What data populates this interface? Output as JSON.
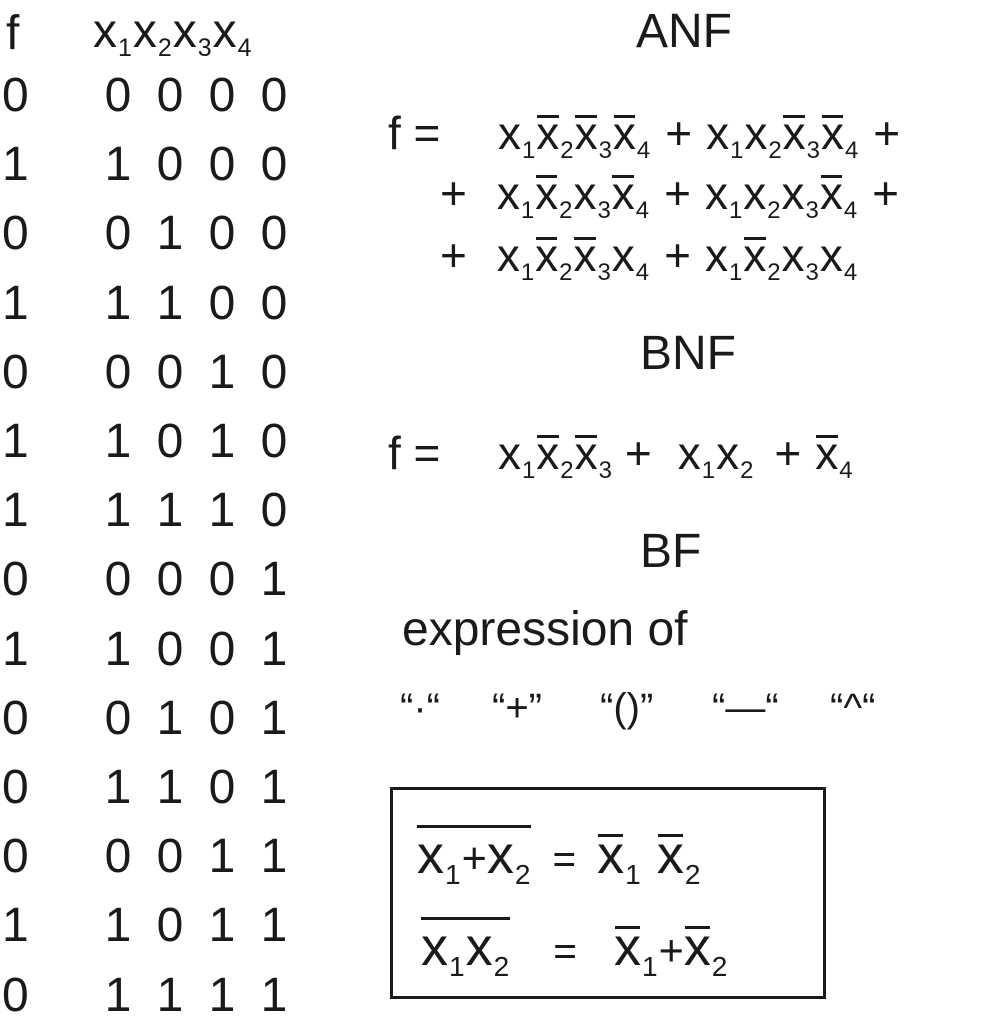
{
  "truth_table": {
    "header_f": "f",
    "header_vars": [
      "x",
      "x",
      "x",
      "x"
    ],
    "header_subs": [
      "1",
      "2",
      "3",
      "4"
    ],
    "rows": [
      {
        "f": "0",
        "bits": [
          "0",
          "0",
          "0",
          "0"
        ]
      },
      {
        "f": "1",
        "bits": [
          "1",
          "0",
          "0",
          "0"
        ]
      },
      {
        "f": "0",
        "bits": [
          "0",
          "1",
          "0",
          "0"
        ]
      },
      {
        "f": "1",
        "bits": [
          "1",
          "1",
          "0",
          "0"
        ]
      },
      {
        "f": "0",
        "bits": [
          "0",
          "0",
          "1",
          "0"
        ]
      },
      {
        "f": "1",
        "bits": [
          "1",
          "0",
          "1",
          "0"
        ]
      },
      {
        "f": "1",
        "bits": [
          "1",
          "1",
          "1",
          "0"
        ]
      },
      {
        "f": "0",
        "bits": [
          "0",
          "0",
          "0",
          "1"
        ]
      },
      {
        "f": "1",
        "bits": [
          "1",
          "0",
          "0",
          "1"
        ]
      },
      {
        "f": "0",
        "bits": [
          "0",
          "1",
          "0",
          "1"
        ]
      },
      {
        "f": "0",
        "bits": [
          "1",
          "1",
          "0",
          "1"
        ]
      },
      {
        "f": "0",
        "bits": [
          "0",
          "0",
          "1",
          "1"
        ]
      },
      {
        "f": "1",
        "bits": [
          "1",
          "0",
          "1",
          "1"
        ]
      },
      {
        "f": "0",
        "bits": [
          "1",
          "1",
          "1",
          "1"
        ]
      }
    ]
  },
  "anf": {
    "title": "ANF",
    "lhs": "f =",
    "var": "x",
    "plus": "+",
    "terms": [
      [
        {
          "i": "1",
          "bar": false
        },
        {
          "i": "2",
          "bar": true
        },
        {
          "i": "3",
          "bar": true
        },
        {
          "i": "4",
          "bar": true
        }
      ],
      [
        {
          "i": "1",
          "bar": false
        },
        {
          "i": "2",
          "bar": false
        },
        {
          "i": "3",
          "bar": true
        },
        {
          "i": "4",
          "bar": true
        }
      ],
      [
        {
          "i": "1",
          "bar": false
        },
        {
          "i": "2",
          "bar": true
        },
        {
          "i": "3",
          "bar": false
        },
        {
          "i": "4",
          "bar": true
        }
      ],
      [
        {
          "i": "1",
          "bar": false
        },
        {
          "i": "2",
          "bar": false
        },
        {
          "i": "3",
          "bar": false
        },
        {
          "i": "4",
          "bar": true
        }
      ],
      [
        {
          "i": "1",
          "bar": false
        },
        {
          "i": "2",
          "bar": true
        },
        {
          "i": "3",
          "bar": true
        },
        {
          "i": "4",
          "bar": false
        }
      ],
      [
        {
          "i": "1",
          "bar": false
        },
        {
          "i": "2",
          "bar": true
        },
        {
          "i": "3",
          "bar": false
        },
        {
          "i": "4",
          "bar": false
        }
      ]
    ]
  },
  "bnf": {
    "title": "BNF",
    "lhs": "f =",
    "terms": [
      [
        {
          "i": "1",
          "bar": false
        },
        {
          "i": "2",
          "bar": true
        },
        {
          "i": "3",
          "bar": true
        }
      ],
      [
        {
          "i": "1",
          "bar": false
        },
        {
          "i": "2",
          "bar": false
        }
      ],
      [
        {
          "i": "4",
          "bar": true
        }
      ]
    ]
  },
  "bf": {
    "title": "BF",
    "description": "expression of",
    "operators": [
      "“·“",
      "“+”",
      "“()”",
      "“—“",
      "“^“"
    ]
  },
  "de_morgan": {
    "eq": "=",
    "plus": "+",
    "var": "x",
    "s1": "1",
    "s2": "2"
  }
}
